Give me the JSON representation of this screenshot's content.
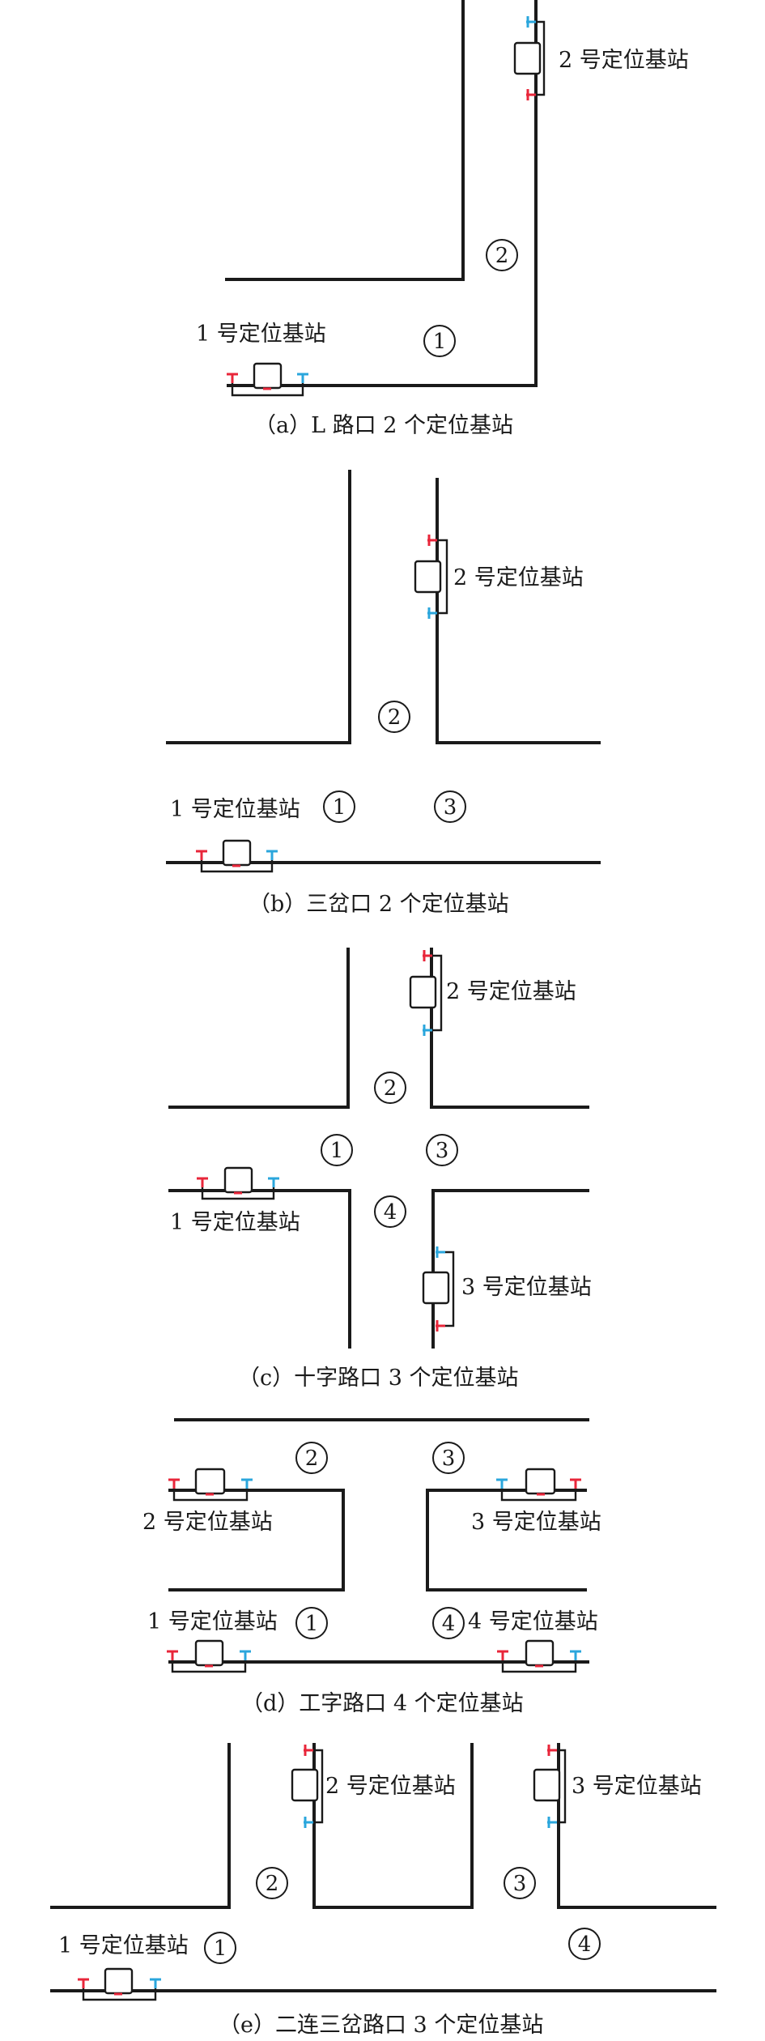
{
  "station_label_1": "1 号定位基站",
  "station_label_2": "2 号定位基站",
  "station_label_3": "3 号定位基站",
  "station_label_4": "4 号定位基站",
  "zones": [
    "1",
    "2",
    "3",
    "4"
  ],
  "colors": {
    "road": "#1a1a1a",
    "antenna_red": "#e8263a",
    "antenna_blue": "#2aa6dc"
  },
  "panels": [
    {
      "caption": "（a）L 路口 2 个定位基站"
    },
    {
      "caption": "（b）三岔口 2 个定位基站"
    },
    {
      "caption": "（c）十字路口 3 个定位基站"
    },
    {
      "caption": "（d）工字路口 4 个定位基站"
    },
    {
      "caption": "（e）二连三岔路口 3 个定位基站"
    }
  ]
}
